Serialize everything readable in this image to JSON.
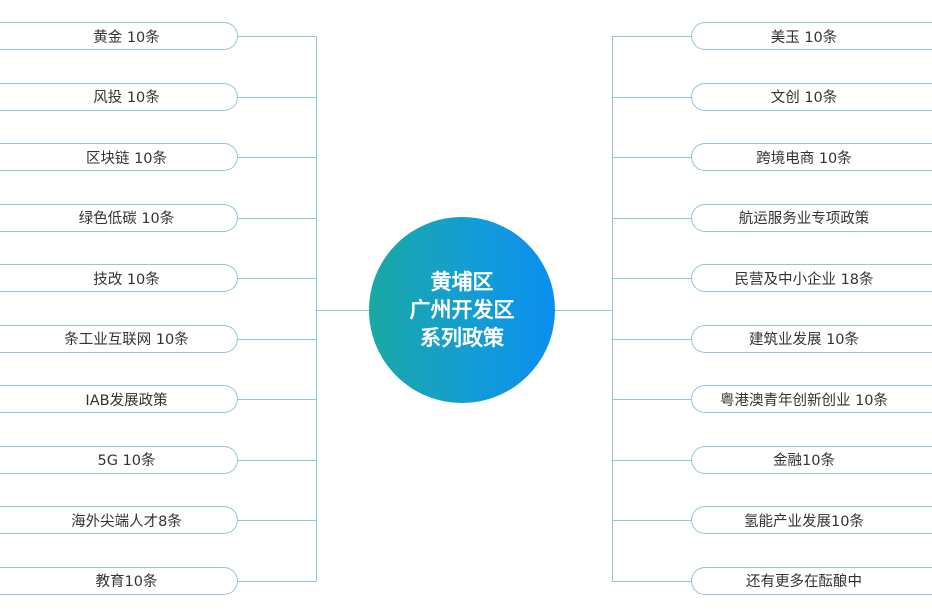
{
  "center": {
    "lines": [
      "黄埔区",
      "广州开发区",
      "系列政策"
    ]
  },
  "left_items": [
    "黄金 10条",
    "风投 10条",
    "区块链 10条",
    "绿色低碳 10条",
    "技改 10条",
    "条工业互联网 10条",
    "IAB发展政策",
    "5G 10条",
    "海外尖端人才8条",
    "教育10条"
  ],
  "right_items": [
    "美玉 10条",
    "文创 10条",
    "跨境电商 10条",
    "航运服务业专项政策",
    "民营及中小企业 18条",
    "建筑业发展 10条",
    "粤港澳青年创新创业 10条",
    "金融10条",
    "氢能产业发展10条",
    "还有更多在酝酿中"
  ],
  "colors": {
    "line": "#93c6d3",
    "hub_start": "#1aa8a3",
    "hub_end": "#0a8ff0"
  }
}
